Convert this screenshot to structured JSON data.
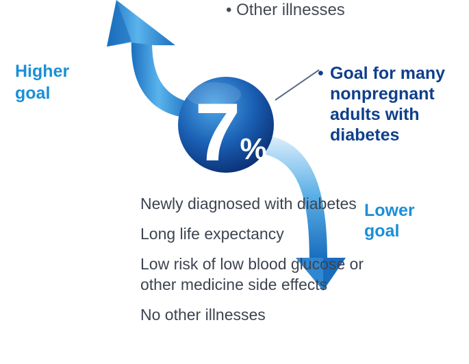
{
  "diagram": {
    "center_value": "7",
    "center_unit": "%",
    "higher_goal_label": "Higher goal",
    "lower_goal_label": "Lower goal",
    "goal_note": "Goal for many nonpregnant adults with diabetes",
    "goal_note_bullet": "•",
    "higher_side_items": [
      "• Other illnesses"
    ],
    "lower_side_items": [
      "Newly diagnosed with diabetes",
      "Long life expectancy",
      "Low risk of low blood glucose or other medicine side effects",
      "No other illnesses"
    ],
    "colors": {
      "arrow_light": "#7cc7f2",
      "arrow_mid": "#2f95dc",
      "arrow_dark": "#1c6fbf",
      "circle_dark": "#0b3f8f",
      "label_blue": "#1c8fd6",
      "goal_navy": "#0f3f8c",
      "text_gray": "#3d4450"
    }
  }
}
